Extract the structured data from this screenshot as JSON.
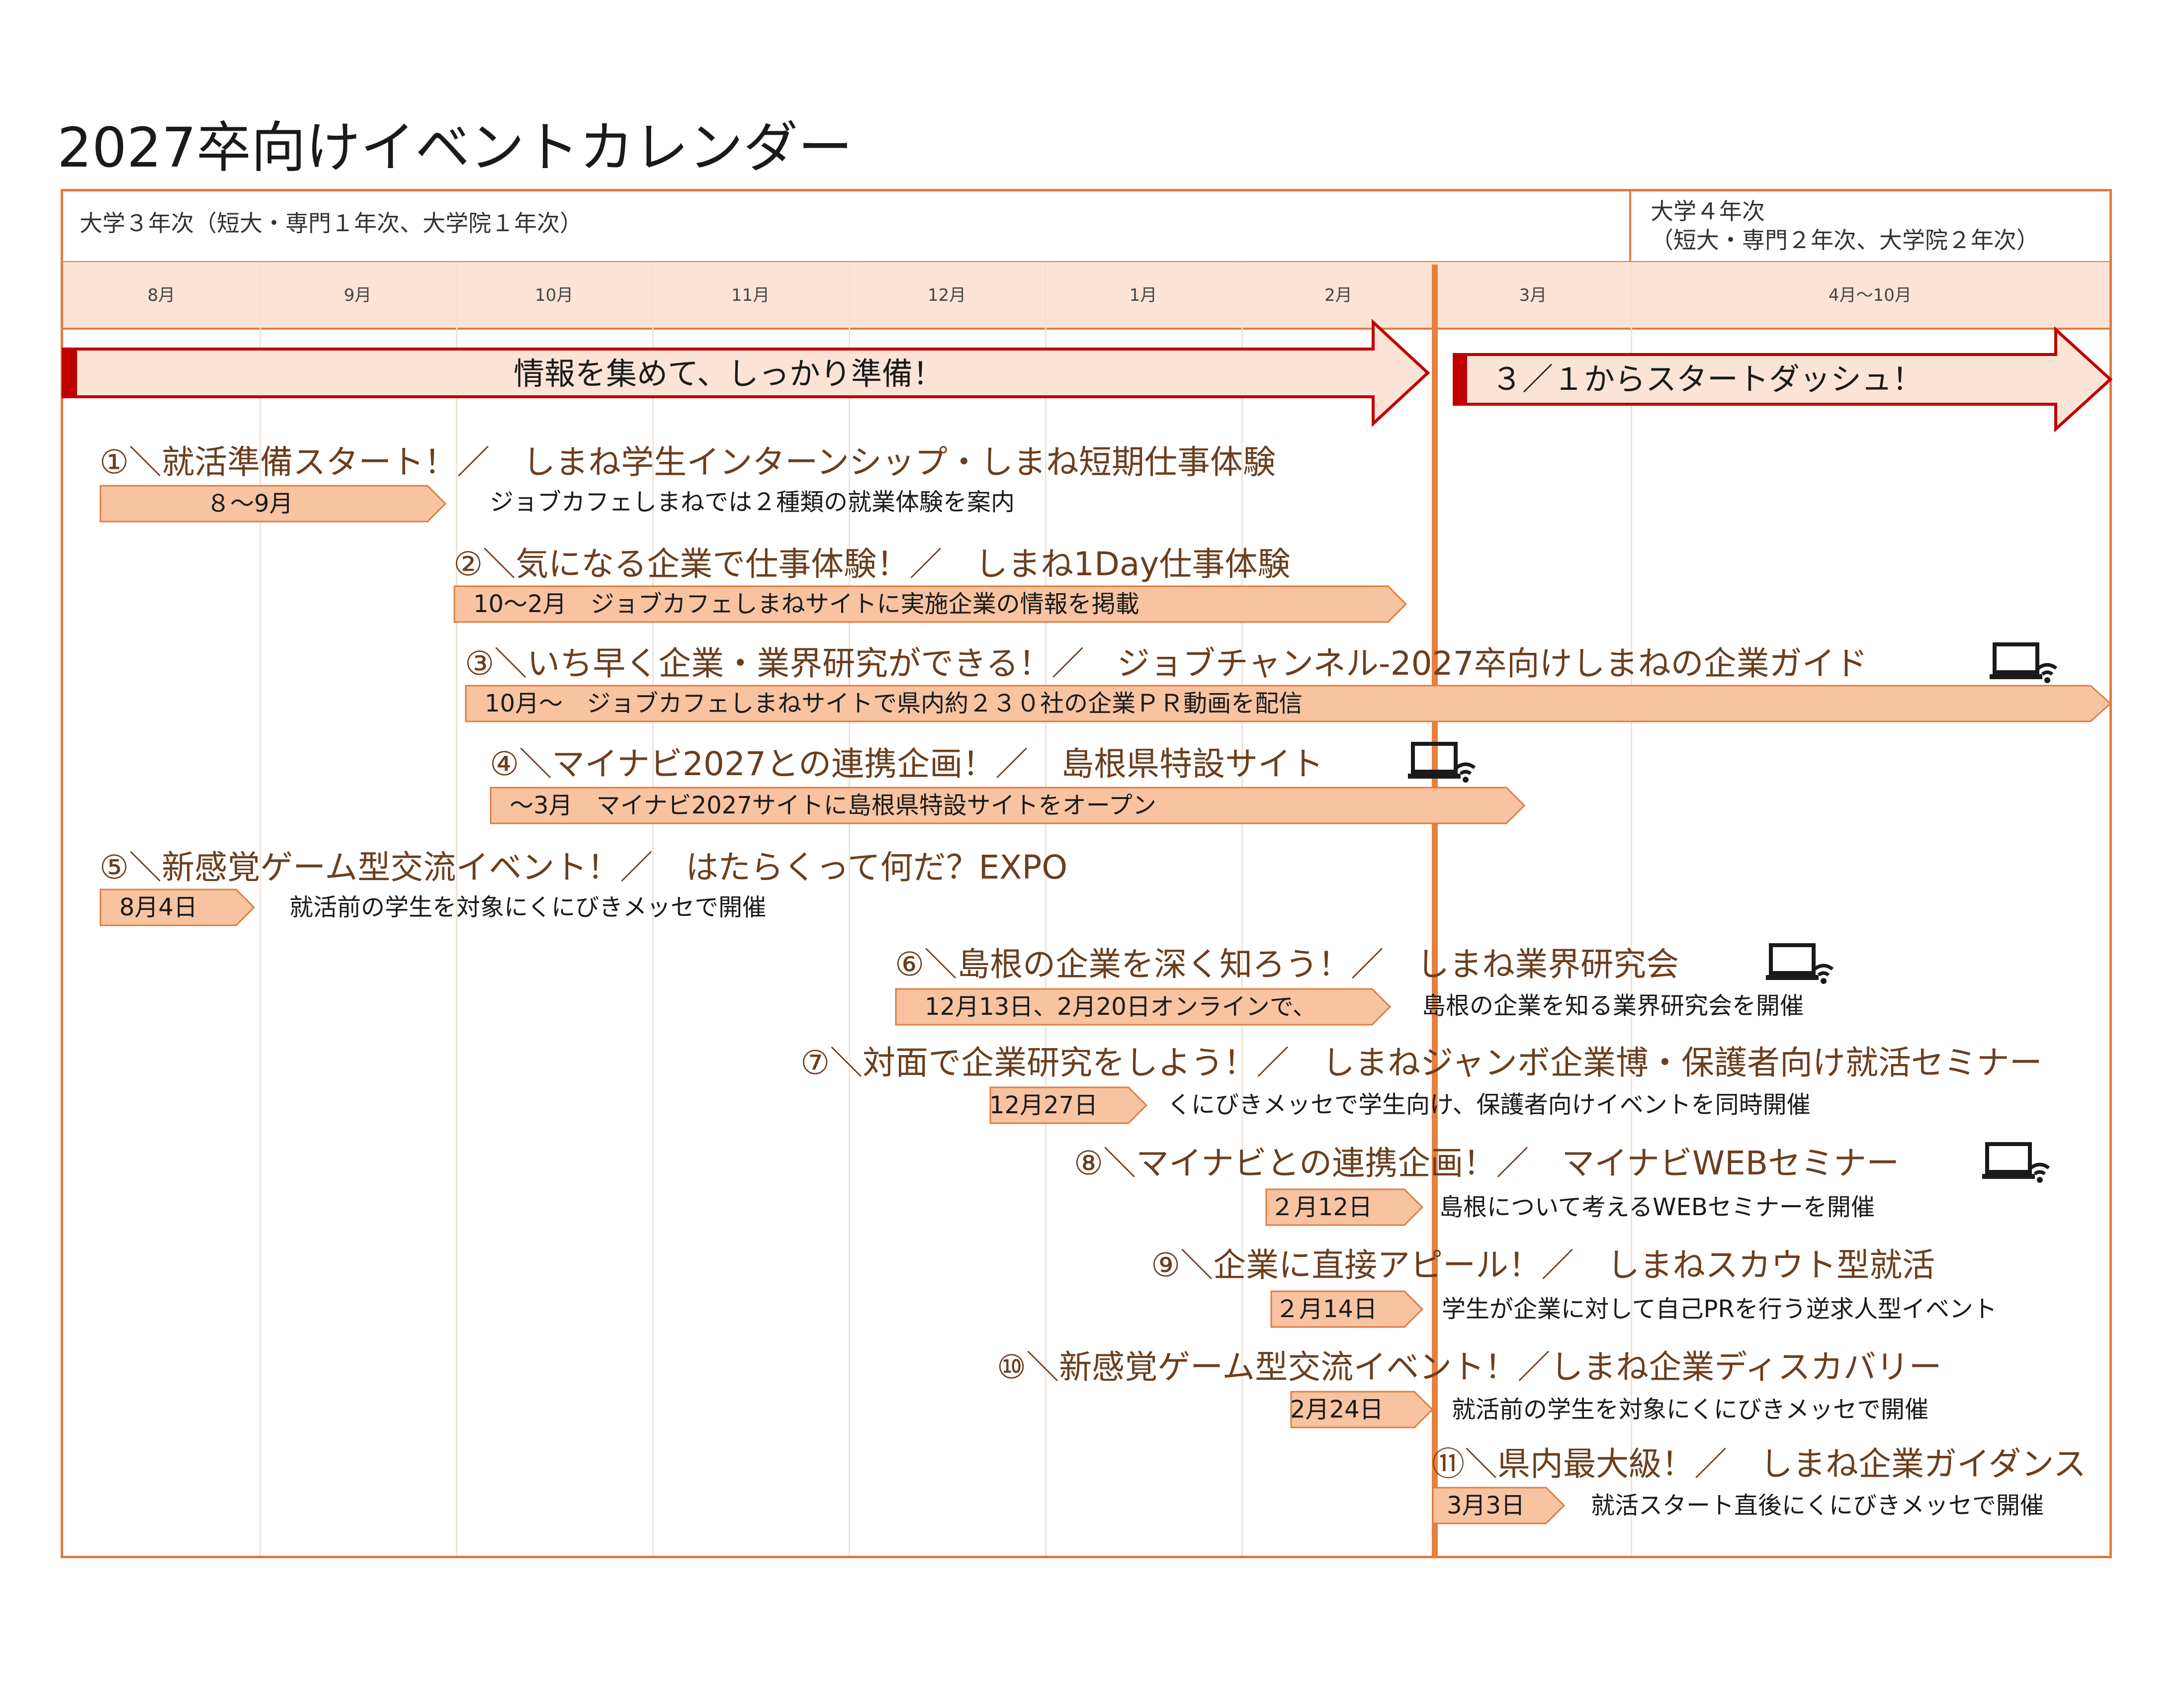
{
  "title": "2027卒向けイベントカレンダー",
  "year_labels": {
    "third": "大学３年次（短大・専門１年次、大学院１年次）",
    "fourth_line1": "大学４年次",
    "fourth_line2": "（短大・専門２年次、大学院２年次）"
  },
  "months": [
    "8月",
    "9月",
    "10月",
    "11月",
    "12月",
    "1月",
    "2月",
    "3月",
    "4月〜10月"
  ],
  "phases": {
    "prep": "情報を集めて、しっかり準備！",
    "dash": "３／１からスタートダッシュ！"
  },
  "events": [
    {
      "title": "①＼就活準備スタート！／　しまね学生インターンシップ・しまね短期仕事体験",
      "tag": "８～9月",
      "desc": "ジョブカフェしまねでは２種類の就業体験を案内",
      "online": false
    },
    {
      "title": "②＼気になる企業で仕事体験！／　しまね1Day仕事体験",
      "tag": "10～2月　ジョブカフェしまねサイトに実施企業の情報を掲載",
      "desc": "",
      "online": false
    },
    {
      "title": "③＼いち早く企業・業界研究ができる！／　ジョブチャンネル-2027卒向けしまねの企業ガイド",
      "tag": "10月～　ジョブカフェしまねサイトで県内約２３０社の企業ＰＲ動画を配信",
      "desc": "",
      "online": true
    },
    {
      "title": "④＼マイナビ2027との連携企画！／　島根県特設サイト",
      "tag": "～3月　マイナビ2027サイトに島根県特設サイトをオープン",
      "desc": "",
      "online": true
    },
    {
      "title": "⑤＼新感覚ゲーム型交流イベント！／　はたらくって何だ？EXPO",
      "tag": "8月4日",
      "desc": "就活前の学生を対象にくにびきメッセで開催",
      "online": false
    },
    {
      "title": "⑥＼島根の企業を深く知ろう！／　しまね業界研究会",
      "tag": "12月13日、2月20日オンラインで、",
      "desc": "島根の企業を知る業界研究会を開催",
      "online": true
    },
    {
      "title": "⑦＼対面で企業研究をしよう！／　しまねジャンボ企業博・保護者向け就活セミナー",
      "tag": "12月27日",
      "desc": "くにびきメッセで学生向け、保護者向けイベントを同時開催",
      "online": false
    },
    {
      "title": "⑧＼マイナビとの連携企画！／　マイナビWEBセミナー",
      "tag": "２月12日",
      "desc": "島根について考えるWEBセミナーを開催",
      "online": true
    },
    {
      "title": "⑨＼企業に直接アピール！／　しまねスカウト型就活",
      "tag": "２月14日",
      "desc": "学生が企業に対して自己PRを行う逆求人型イベント",
      "online": false
    },
    {
      "title": "⑩＼新感覚ゲーム型交流イベント！／しまね企業ディスカバリー",
      "tag": "2月24日",
      "desc": "就活前の学生を対象にくにびきメッセで開催",
      "online": false
    },
    {
      "title": "⑪＼県内最大級！／　しまね企業ガイダンス",
      "tag": "3月3日",
      "desc": "就活スタート直後にくにびきメッセで開催",
      "online": false
    }
  ],
  "icons": {
    "online": "laptop-wifi-icon"
  },
  "colors": {
    "accent": "#e07b3a",
    "band": "#fbe4d6",
    "tag_fill": "#f7c3a1",
    "phase_fill": "#fbe4d6",
    "phase_stroke": "#c00000",
    "title_text": "#6b3e1e"
  }
}
